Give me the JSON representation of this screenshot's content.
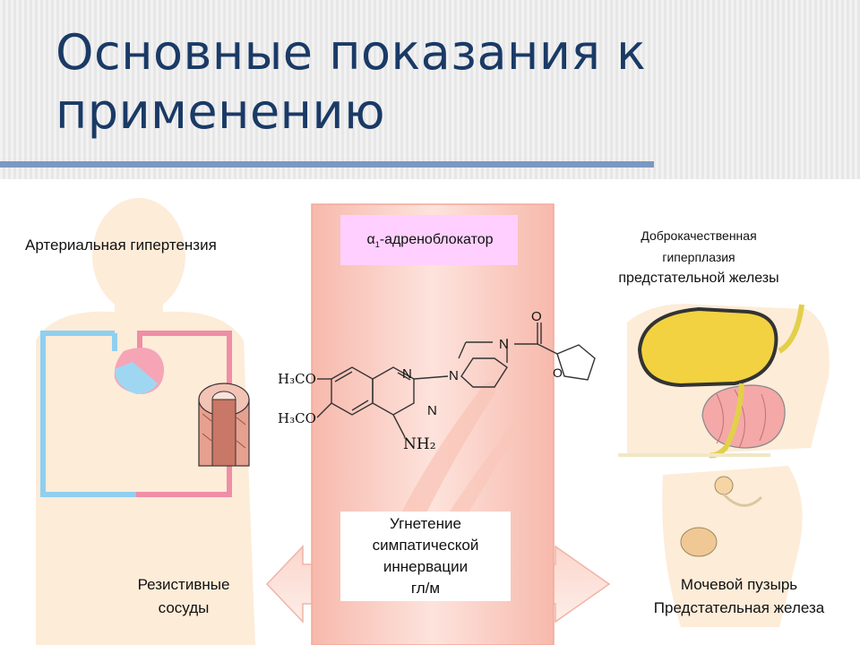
{
  "slide": {
    "title_line1": "Основные показания к",
    "title_line2": "применению"
  },
  "labels": {
    "hypertension": "Артериальная гипертензия",
    "drug_class": "-адреноблокатор",
    "drug_class_alpha": "α",
    "drug_class_sub": "1",
    "bph_line1": "Доброкачественная",
    "bph_line2": "гиперплазия",
    "bph_line3": "предстательной железы",
    "inhibition_line1": "Угнетение",
    "inhibition_line2": "симпатической",
    "inhibition_line3": "иннервации",
    "inhibition_line4": "гл/м",
    "vessels_line1": "Резистивные",
    "vessels_line2": "сосуды",
    "organs_line1": "Мочевой пузырь",
    "organs_line2": "Предстательная железа"
  },
  "molecule": {
    "group1": "H₃CO",
    "group2": "H₃CO",
    "n1": "N",
    "n2": "N",
    "n3": "N",
    "n4": "N",
    "amine": "NH₂",
    "carbonyl_o": "O",
    "ring_o": "O"
  },
  "colors": {
    "title": "#1a3a66",
    "rule": "#7b98c2",
    "pink_box": "#ffd0ff",
    "artery": "#ef8ea6",
    "vein": "#8fcff0",
    "body_silhouette": "#fde9cf"
  }
}
